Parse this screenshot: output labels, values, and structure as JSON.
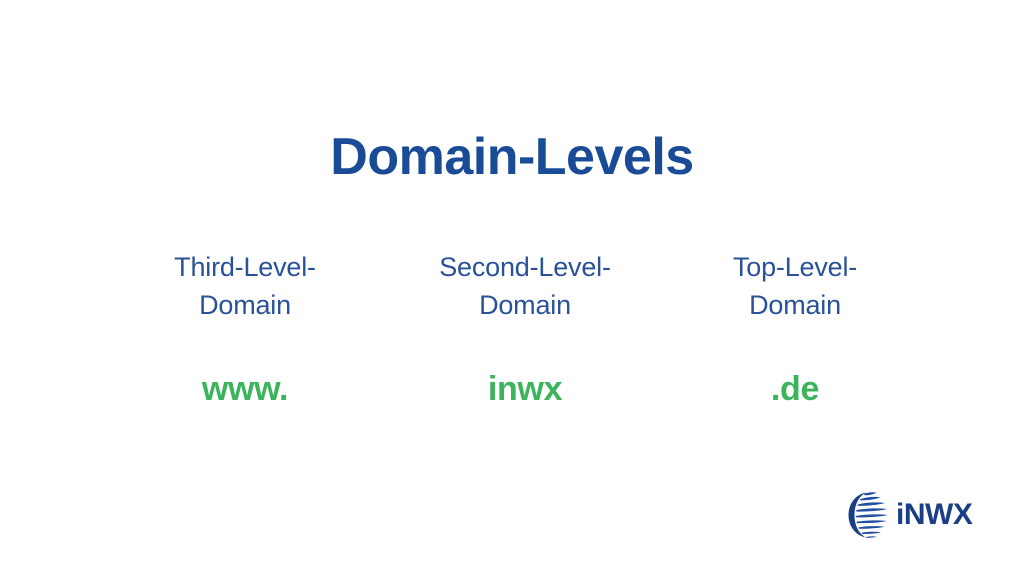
{
  "slide": {
    "title": "Domain-Levels",
    "background_color": "#ffffff",
    "title_color": "#1a4b96",
    "label_color": "#2a5298",
    "value_color": "#3cb45b"
  },
  "columns": [
    {
      "label_line1": "Third-Level-",
      "label_line2": "Domain",
      "value": "www."
    },
    {
      "label_line1": "Second-Level-",
      "label_line2": "Domain",
      "value": "inwx"
    },
    {
      "label_line1": "Top-Level-",
      "label_line2": "Domain",
      "value": ".de"
    }
  ],
  "logo": {
    "icon": "globe-icon",
    "wordmark": "iNWX",
    "color": "#1a3f86"
  }
}
